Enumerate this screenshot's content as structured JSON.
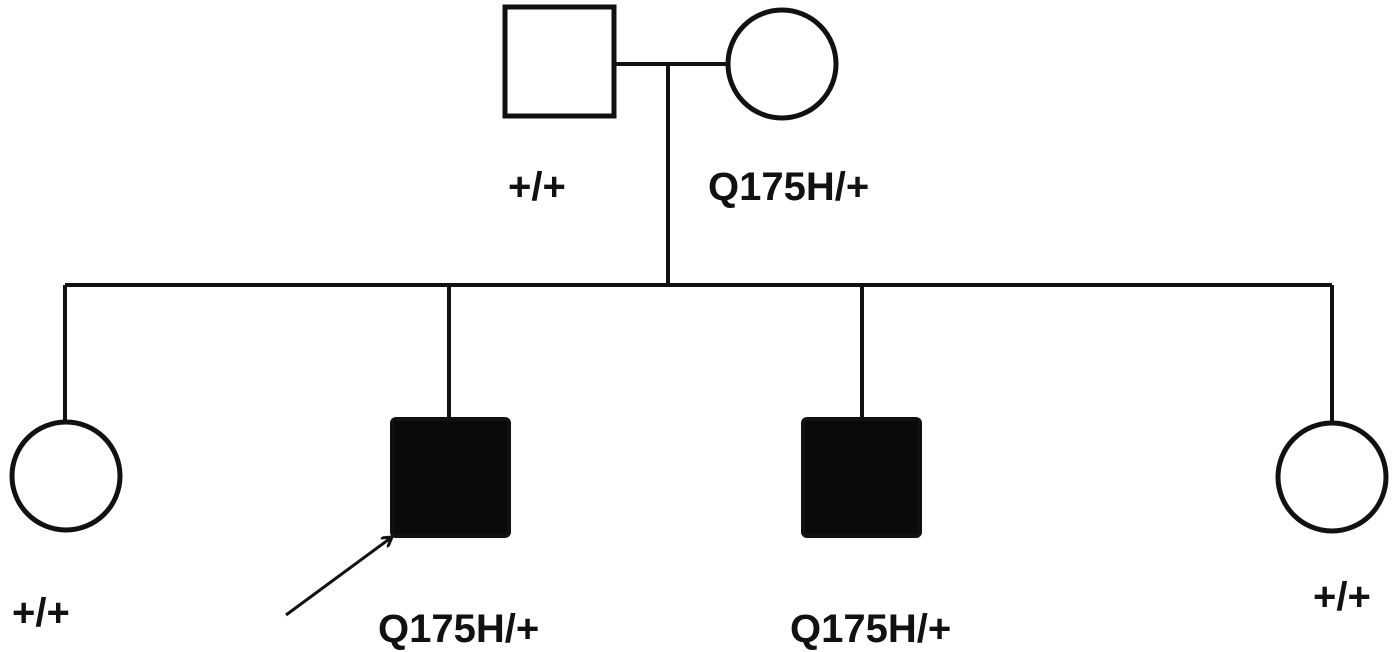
{
  "pedigree": {
    "father": {
      "sex": "male",
      "affected": false,
      "genotype": "+/+"
    },
    "mother": {
      "sex": "female",
      "affected": false,
      "genotype": "Q175H/+"
    },
    "children": [
      {
        "sex": "female",
        "affected": false,
        "genotype": "+/+"
      },
      {
        "sex": "male",
        "affected": true,
        "proband": true,
        "genotype": "Q175H/+"
      },
      {
        "sex": "male",
        "affected": true,
        "genotype": "Q175H/+"
      },
      {
        "sex": "female",
        "affected": false,
        "genotype": "+/+"
      }
    ]
  }
}
